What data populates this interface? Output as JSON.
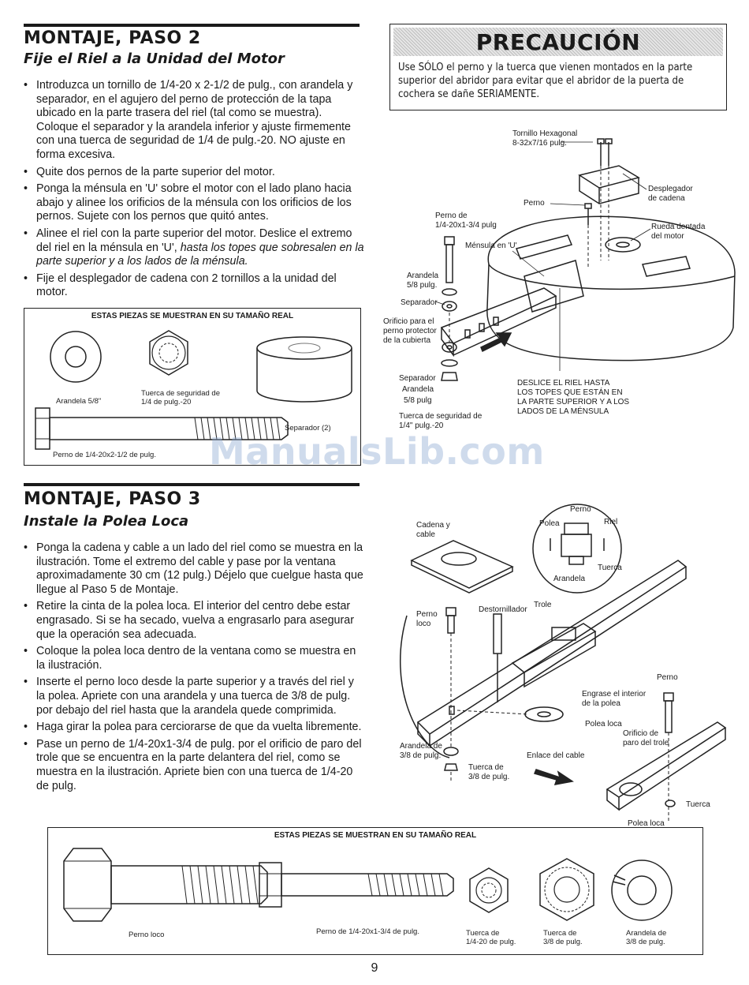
{
  "step2": {
    "title": "MONTAJE, PASO 2",
    "subtitle": "Fije el Riel a la Unidad del Motor",
    "bullets": [
      "Introduzca un tornillo de 1/4-20 x 2-1/2 de pulg., con arandela y separador, en el agujero del perno de protección de la tapa ubicado en la parte trasera del riel (tal como se muestra). Coloque el separador y la arandela inferior y ajuste firmemente con una tuerca de seguridad de 1/4 de pulg.-20. NO ajuste en forma excesiva.",
      "Quite dos pernos de la parte superior del motor.",
      "Ponga la ménsula en 'U' sobre el motor con el lado plano hacia abajo y alinee los orificios de la ménsula con los orificios de los pernos. Sujete con los pernos que quitó antes."
    ],
    "bullet4_plain": "Alinee el riel con la parte superior del motor. Deslice el extremo del riel en la ménsula en 'U', ",
    "bullet4_italic": "hasta los topes que sobresalen en la parte superior y a los lados de la ménsula.",
    "bullet5": "Fije el desplegador de cadena con 2 tornillos a la unidad del motor.",
    "parts_heading": "ESTAS PIEZAS SE MUESTRAN EN SU TAMAÑO REAL",
    "parts": {
      "washer": "Arandela 5/8\"",
      "locknut": "Tuerca de seguridad de\n1/4 de pulg.-20",
      "spacer": "Separador (2)",
      "bolt": "Perno de 1/4-20x2-1/2 de pulg."
    }
  },
  "caution": {
    "title": "PRECAUCIÓN",
    "text": "Use SÓLO el perno y la tuerca que vienen montados en la parte superior del abridor para evitar que el abridor de la puerta de cochera se dañe SERIAMENTE."
  },
  "diagram_upper": {
    "labels": {
      "hex_screw": "Tornillo Hexagonal\n8-32x7/16 pulg.",
      "chain_spreader": "Desplegador\nde cadena",
      "bolt": "Perno",
      "sprocket": "Rueda dentada\ndel motor",
      "bolt_size": "Perno de\n1/4-20x1-3/4 pulg",
      "u_bracket": "Ménsula en 'U'",
      "washer": "Arandela\n5/8 pulg.",
      "spacer_top": "Separador",
      "cover_hole": "Orificio para el\nperno protector\nde la cubierta",
      "spacer_bottom": "Separador",
      "washer_bottom": "Arandela",
      "washer_bottom_size": "5/8 pulg",
      "locknut": "Tuerca de seguridad de\n1/4\" pulg.-20",
      "slide_note": "DESLICE EL RIEL HASTA\nLOS TOPES QUE ESTÁN EN\nLA PARTE SUPERIOR Y A LOS\nLADOS DE LA MÉNSULA"
    }
  },
  "watermark": "ManualsLib.com",
  "step3": {
    "title": "MONTAJE, PASO 3",
    "subtitle": "Instale la Polea Loca",
    "bullets": [
      "Ponga la cadena y cable a un lado del riel como se muestra en la ilustración. Tome el extremo del cable y pase por la ventana aproximadamente 30 cm (12 pulg.) Déjelo que cuelgue hasta que llegue al Paso 5 de Montaje.",
      "Retire la cinta de la polea loca. El interior del centro debe estar engrasado. Si se ha secado, vuelva a engrasarlo para asegurar que la operación sea adecuada.",
      "Coloque la polea loca dentro de la ventana como se muestra en la ilustración.",
      "Inserte el perno loco desde la parte superior y a través del riel y la polea. Apriete con una arandela y una tuerca de 3/8 de pulg. por debajo del riel hasta que la arandela quede comprimida.",
      "Haga girar la polea para cerciorarse de que da vuelta libremente.",
      "Pase un perno de 1/4-20x1-3/4 de pulg. por el orificio de paro del trole que se encuentra en la parte delantera del riel, como se muestra en la ilustración. Apriete bien con una tuerca de 1/4-20 de pulg."
    ]
  },
  "diagram_lower": {
    "labels": {
      "chain_cable": "Cadena y\ncable",
      "perno": "Perno",
      "polea": "Polea",
      "riel": "Riel",
      "tuerca": "Tuerca",
      "arandela": "Arandela",
      "perno_loco": "Perno\nloco",
      "destornillador": "Destornillador",
      "trole": "Trole",
      "perno_right": "Perno",
      "grease": "Engrase el interior\nde la polea",
      "polea_loca": "Polea loca",
      "orificio": "Orificio de\nparo del trole",
      "arandela_38": "Arandela de\n3/8 de pulg.",
      "enlace": "Enlace del cable",
      "tuerca_38": "Tuerca de\n3/8 de pulg.",
      "tuerca_right": "Tuerca",
      "polea_loca_bottom": "Polea loca"
    }
  },
  "bottom_parts": {
    "heading": "ESTAS PIEZAS SE MUESTRAN EN SU TAMAÑO REAL",
    "idler_bolt": "Perno loco",
    "bolt": "Perno de 1/4-20x1-3/4 de pulg.",
    "nut_14": "Tuerca de\n1/4-20 de pulg.",
    "nut_38": "Tuerca de\n3/8 de pulg.",
    "washer_38": "Arandela de\n3/8 de pulg."
  },
  "page_number": "9"
}
